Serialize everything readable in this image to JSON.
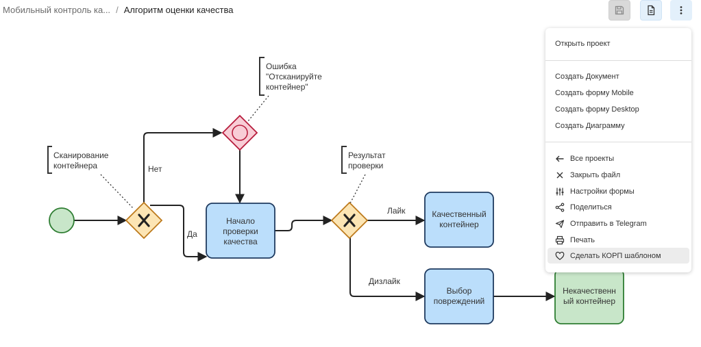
{
  "breadcrumb": {
    "parent": "Мобильный контроль ка...",
    "separator": "/",
    "current": "Алгоритм оценки качества"
  },
  "toolbar": {
    "save_icon": "save-icon",
    "document_icon": "document-icon",
    "more_icon": "more-vertical-icon"
  },
  "diagram": {
    "annotations": {
      "scan": [
        "Сканирование",
        "контейнера"
      ],
      "error": [
        "Ошибка",
        "\"Отсканируйте",
        "контейнер\""
      ],
      "result": [
        "Результат",
        "проверки"
      ]
    },
    "tasks": {
      "start_check": [
        "Начало",
        "проверки",
        "качества"
      ],
      "quality": [
        "Качественный",
        "контейнер"
      ],
      "damage": [
        "Выбор",
        "повреждений"
      ],
      "bad": [
        "Некачественн",
        "ый контейнер"
      ]
    },
    "flow_labels": {
      "no": "Нет",
      "yes": "Да",
      "like": "Лайк",
      "dislike": "Дизлайк"
    },
    "colors": {
      "task_fill": "#bbdefb",
      "task_stroke": "#1e3a5f",
      "gateway_fill": "#fce5b4",
      "gateway_stroke": "#bd7a1c",
      "error_fill": "#f8cdd6",
      "error_stroke": "#b71c3c",
      "start_fill": "#c8e6c9",
      "start_stroke": "#2e7d32",
      "bad_fill": "#c8e6c9",
      "bad_stroke": "#2e7d32"
    }
  },
  "menu": {
    "items": [
      {
        "label": "Открыть проект",
        "icon": ""
      },
      {
        "label": "Создать Документ",
        "icon": ""
      },
      {
        "label": "Создать форму Mobile",
        "icon": ""
      },
      {
        "label": "Создать форму Desktop",
        "icon": ""
      },
      {
        "label": "Создать Диаграмму",
        "icon": ""
      },
      {
        "label": "Все проекты",
        "icon": "arrow-left-icon"
      },
      {
        "label": "Закрыть файл",
        "icon": "close-icon"
      },
      {
        "label": "Настройки формы",
        "icon": "sliders-icon"
      },
      {
        "label": "Поделиться",
        "icon": "share-icon"
      },
      {
        "label": "Отправить в Telegram",
        "icon": "send-icon"
      },
      {
        "label": "Печать",
        "icon": "printer-icon"
      },
      {
        "label": "Сделать КОРП шаблоном",
        "icon": "heart-icon"
      }
    ]
  }
}
